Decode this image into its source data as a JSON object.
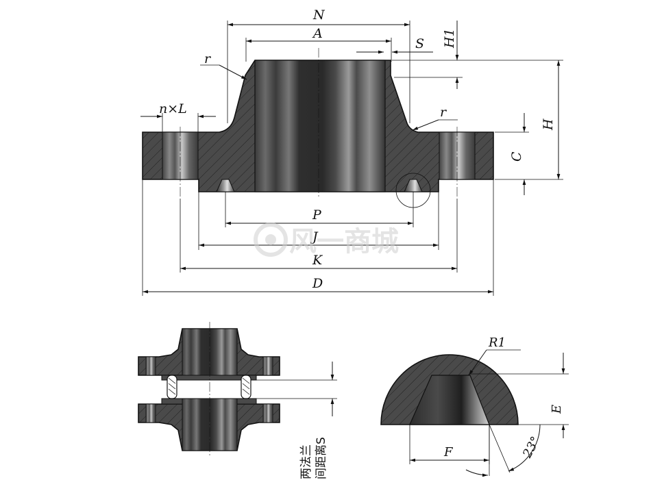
{
  "labels": {
    "N": "N",
    "A": "A",
    "S": "S",
    "H1": "H1",
    "H": "H",
    "C": "C",
    "r_left": "r",
    "r_right": "r",
    "nxL": "n×L",
    "P": "P",
    "J": "J",
    "K": "K",
    "D": "D",
    "R1": "R1",
    "E": "E",
    "F": "F",
    "angle": "23°"
  },
  "note": {
    "line1": "两法兰",
    "line2": "间距离S"
  },
  "watermark": "风一商城",
  "colors": {
    "metal_dark": "#4a4a4a",
    "metal_light": "#d8d8d8",
    "line": "#111111"
  }
}
